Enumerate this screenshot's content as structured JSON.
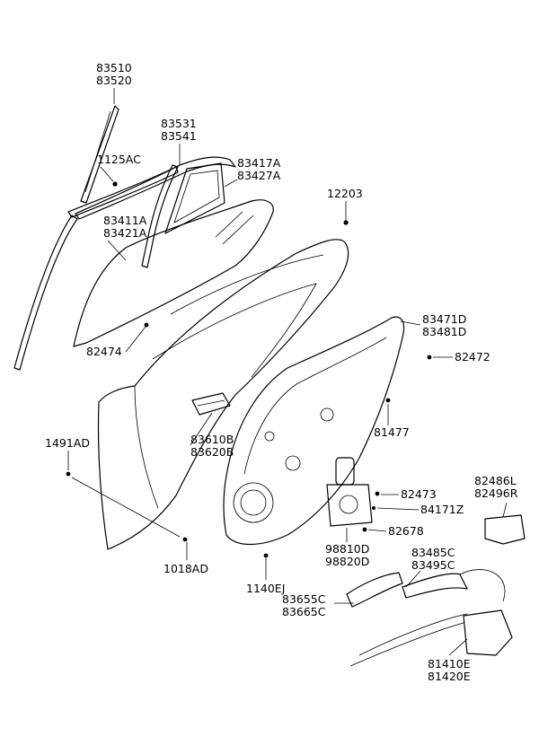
{
  "callouts": [
    {
      "id": "c1",
      "lines": [
        "83510",
        "83520"
      ]
    },
    {
      "id": "c2",
      "lines": [
        "83531",
        "83541"
      ]
    },
    {
      "id": "c3",
      "lines": [
        "1125AC"
      ]
    },
    {
      "id": "c4",
      "lines": [
        "83417A",
        "83427A"
      ]
    },
    {
      "id": "c5",
      "lines": [
        "12203"
      ]
    },
    {
      "id": "c6",
      "lines": [
        "83411A",
        "83421A"
      ]
    },
    {
      "id": "c7",
      "lines": [
        "83471D",
        "83481D"
      ]
    },
    {
      "id": "c8",
      "lines": [
        "82474"
      ]
    },
    {
      "id": "c9",
      "lines": [
        "82472"
      ]
    },
    {
      "id": "c10",
      "lines": [
        "81477"
      ]
    },
    {
      "id": "c11",
      "lines": [
        "1491AD"
      ]
    },
    {
      "id": "c12",
      "lines": [
        "83610B",
        "83620B"
      ]
    },
    {
      "id": "c13",
      "lines": [
        "82486L",
        "82496R"
      ]
    },
    {
      "id": "c14",
      "lines": [
        "82473"
      ]
    },
    {
      "id": "c15",
      "lines": [
        "84171Z"
      ]
    },
    {
      "id": "c16",
      "lines": [
        "82678"
      ]
    },
    {
      "id": "c17",
      "lines": [
        "98810D",
        "98820D"
      ]
    },
    {
      "id": "c18",
      "lines": [
        "83485C",
        "83495C"
      ]
    },
    {
      "id": "c19",
      "lines": [
        "1018AD"
      ]
    },
    {
      "id": "c20",
      "lines": [
        "1140EJ"
      ]
    },
    {
      "id": "c21",
      "lines": [
        "83655C",
        "83665C"
      ]
    },
    {
      "id": "c22",
      "lines": [
        "81410E",
        "81420E"
      ]
    }
  ]
}
